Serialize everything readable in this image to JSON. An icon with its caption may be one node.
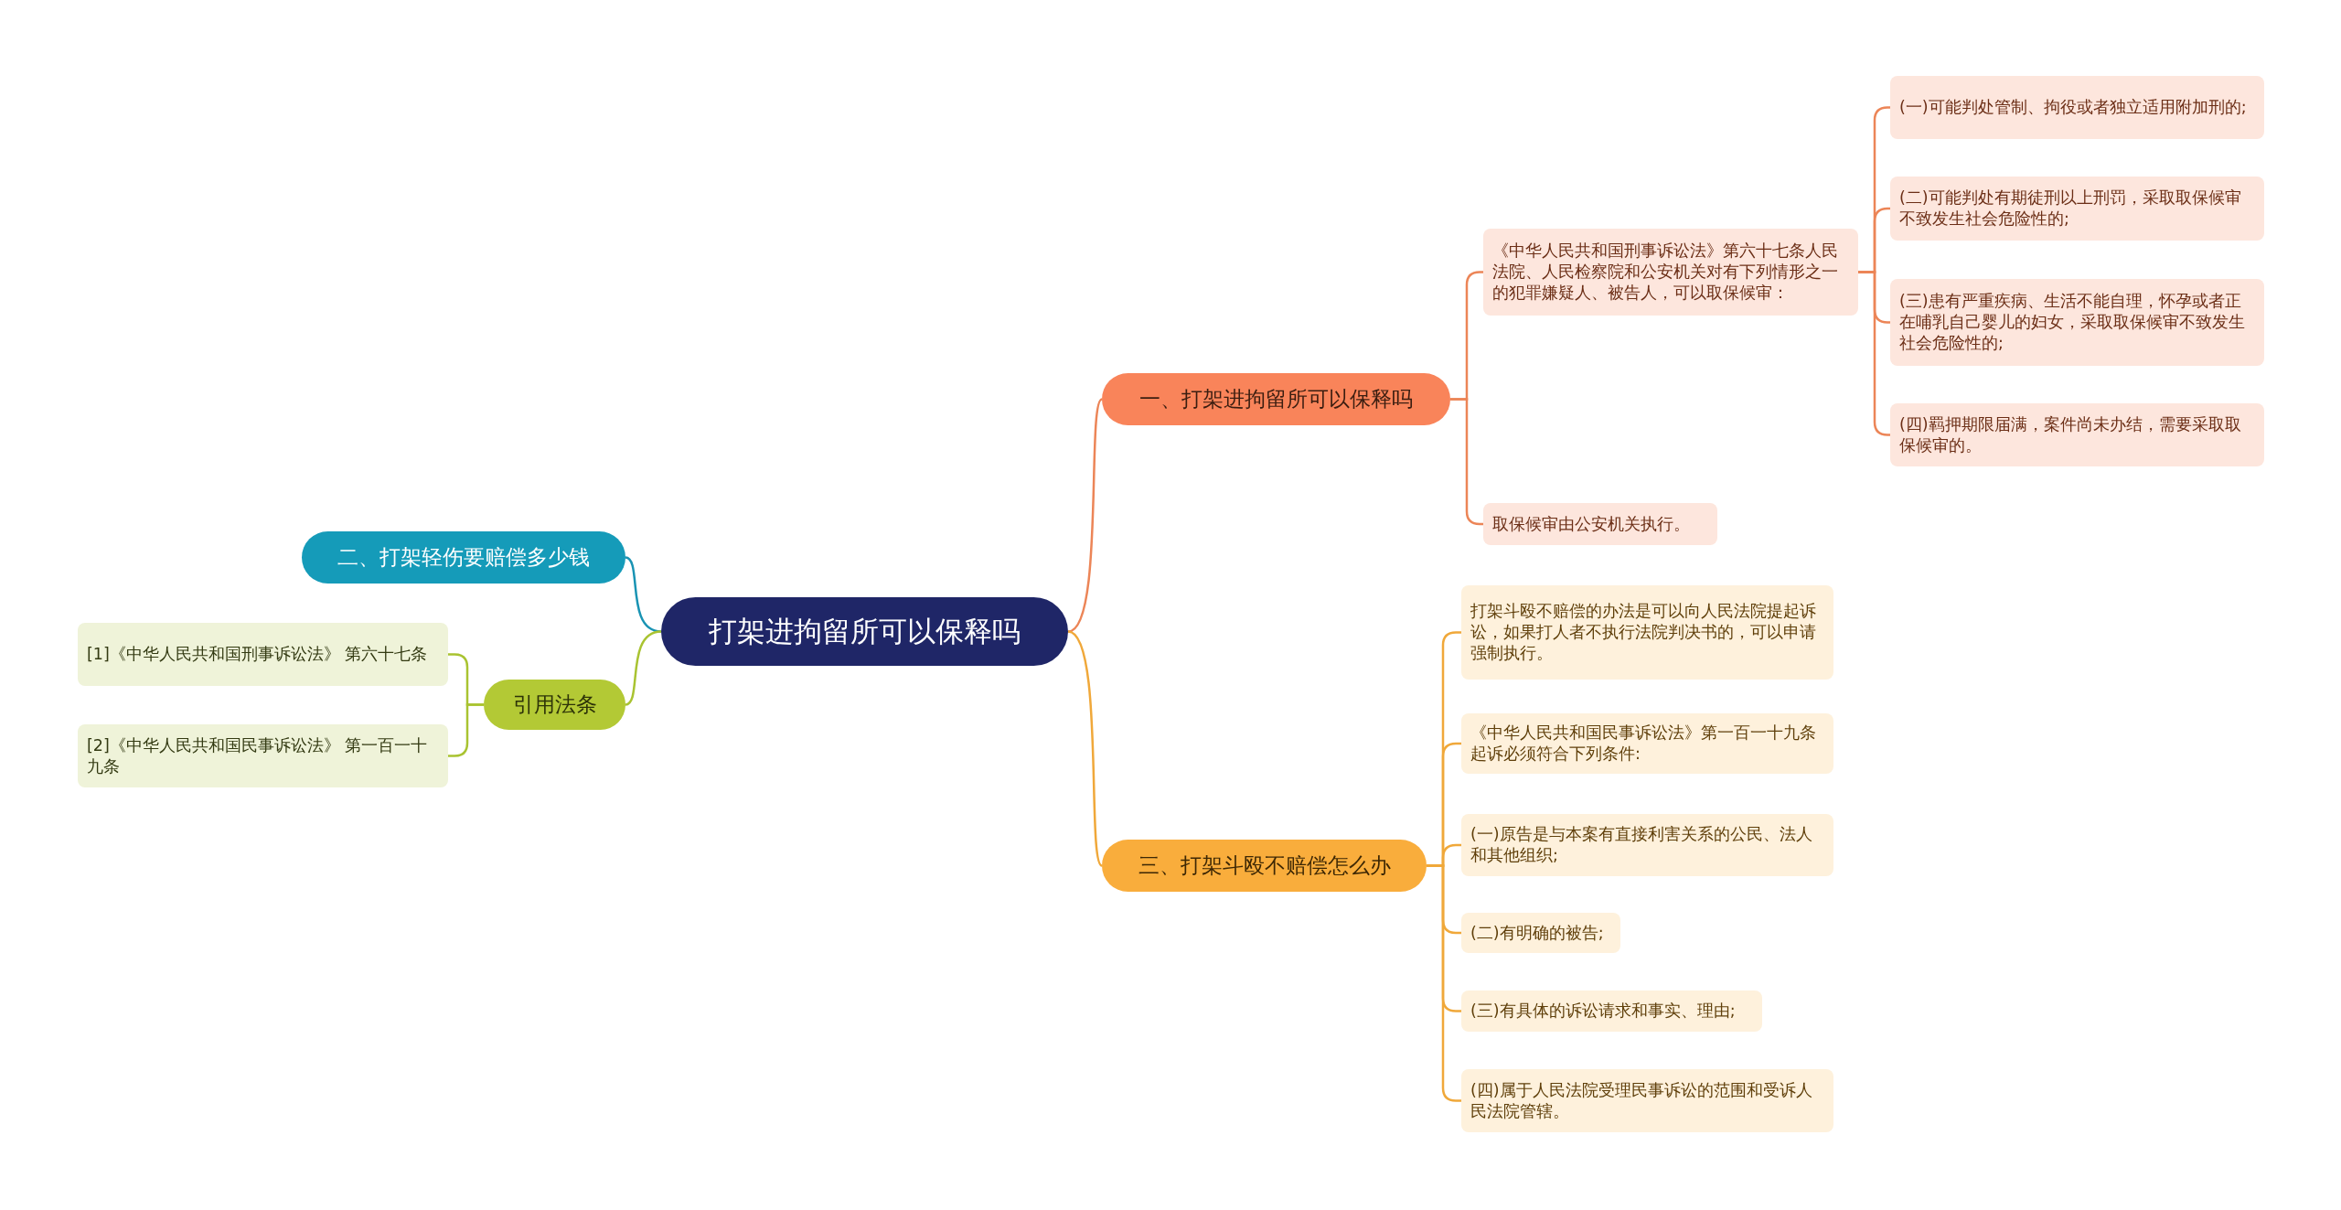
{
  "diagram": {
    "nodes": [
      {
        "text": [
          "打架进拘留所可以保释吗"
        ]
      },
      {
        "text": [
          "一、打架进拘留所可以保释吗"
        ]
      },
      {
        "text": [
          "《中华人民共和国刑事诉讼法》第六十七条人民法院、人民检察院和公安机关对有下列情形之一的犯罪嫌疑人、被告人，可以取保候审："
        ]
      },
      {
        "text": [
          "(一)可能判处管制、拘役或者独立适用附加刑的;"
        ]
      },
      {
        "text": [
          "(二)可能判处有期徒刑以上刑罚，采取取保候审不致发生社会危险性的;"
        ]
      },
      {
        "text": [
          "(三)患有严重疾病、生活不能自理，怀孕或者正在哺乳自己婴儿的妇女，采取取保候审不致发生社会危险性的;"
        ]
      },
      {
        "text": [
          "(四)羁押期限届满，案件尚未办结，需要采取取保候审的。"
        ]
      },
      {
        "text": [
          "取保候审由公安机关执行。"
        ]
      },
      {
        "text": [
          "二、打架轻伤要赔偿多少钱"
        ]
      },
      {
        "text": [
          "引用法条"
        ]
      },
      {
        "text": [
          "[1]《中华人民共和国刑事诉讼法》 第六十七条"
        ]
      },
      {
        "text": [
          "[2]《中华人民共和国民事诉讼法》 第一百一十九条"
        ]
      },
      {
        "text": [
          "三、打架斗殴不赔偿怎么办"
        ]
      },
      {
        "text": [
          "打架斗殴不赔偿的办法是可以向人民法院提起诉讼，如果打人者不执行法院判决书的，可以申请强制执行。"
        ]
      },
      {
        "text": [
          "《中华人民共和国民事诉讼法》第一百一十九条起诉必须符合下列条件:"
        ]
      },
      {
        "text": [
          "(一)原告是与本案有直接利害关系的公民、法人和其他组织;"
        ]
      },
      {
        "text": [
          "(二)有明确的被告;"
        ]
      },
      {
        "text": [
          "(三)有具体的诉讼请求和事实、理由;"
        ]
      },
      {
        "text": [
          "(四)属于人民法院受理民事诉讼的范围和受诉人民法院管辖。"
        ]
      }
    ],
    "edges": [
      {
        "from": 0,
        "to": 1,
        "arrow": "none",
        "color": "#ec8557"
      },
      {
        "from": 1,
        "to": 2,
        "arrow": "none",
        "color": "#ec8557"
      },
      {
        "from": 2,
        "to": 3,
        "arrow": "none",
        "color": "#ec8557"
      },
      {
        "from": 2,
        "to": 4,
        "arrow": "none",
        "color": "#ec8557"
      },
      {
        "from": 2,
        "to": 5,
        "arrow": "none",
        "color": "#ec8557"
      },
      {
        "from": 2,
        "to": 6,
        "arrow": "none",
        "color": "#ec8557"
      },
      {
        "from": 1,
        "to": 7,
        "arrow": "none",
        "color": "#ec8557"
      },
      {
        "from": 0,
        "to": 8,
        "arrow": "none",
        "color": "#1993b3"
      },
      {
        "from": 0,
        "to": 9,
        "arrow": "none",
        "color": "#a9c331"
      },
      {
        "from": 9,
        "to": 10,
        "arrow": "none",
        "color": "#a9c331"
      },
      {
        "from": 9,
        "to": 11,
        "arrow": "none",
        "color": "#a9c331"
      },
      {
        "from": 0,
        "to": 12,
        "arrow": "none",
        "color": "#f0a83a"
      },
      {
        "from": 12,
        "to": 13,
        "arrow": "none",
        "color": "#f0a83a"
      },
      {
        "from": 12,
        "to": 14,
        "arrow": "none",
        "color": "#f0a83a"
      },
      {
        "from": 12,
        "to": 15,
        "arrow": "none",
        "color": "#f0a83a"
      },
      {
        "from": 12,
        "to": 16,
        "arrow": "none",
        "color": "#f0a83a"
      },
      {
        "from": 12,
        "to": 17,
        "arrow": "none",
        "color": "#f0a83a"
      },
      {
        "from": 12,
        "to": 18,
        "arrow": "none",
        "color": "#f0a83a"
      }
    ]
  }
}
